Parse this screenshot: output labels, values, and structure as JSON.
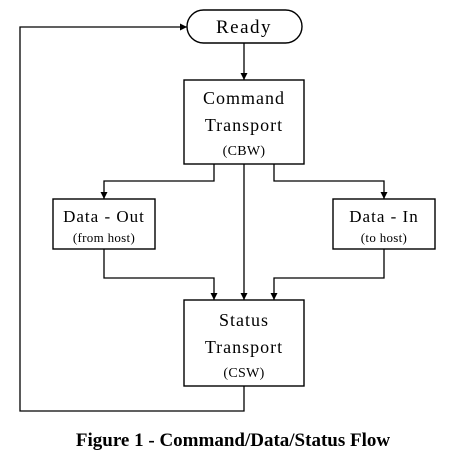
{
  "nodes": {
    "ready": {
      "label": "Ready"
    },
    "command": {
      "line1": "Command",
      "line2": "Transport",
      "line3": "(CBW)"
    },
    "data_out": {
      "line1": "Data - Out",
      "line2": "(from host)"
    },
    "data_in": {
      "line1": "Data - In",
      "line2": "(to host)"
    },
    "status": {
      "line1": "Status",
      "line2": "Transport",
      "line3": "(CSW)"
    }
  },
  "caption": "Figure 1 - Command/Data/Status Flow"
}
